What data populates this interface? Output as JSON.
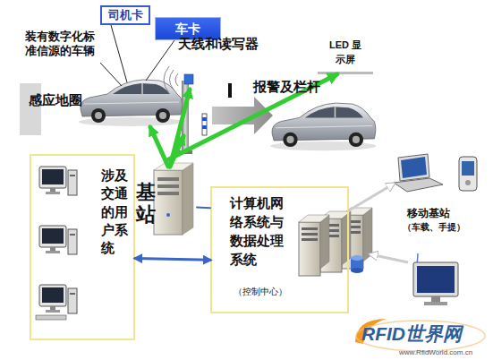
{
  "diagram": {
    "nodes": [
      {
        "text": [
          "司机卡"
        ]
      },
      {
        "text": [
          "车卡"
        ]
      },
      {
        "text": [
          "LED 显示屏"
        ]
      },
      {
        "text": [
          "感应地圈"
        ]
      },
      {
        "text": [
          "涉及交通的用户系统"
        ]
      },
      {
        "text": [
          "基站"
        ]
      },
      {
        "text": [
          "计算机网络系统与数据处理系统",
          "（控制中心）"
        ]
      },
      {
        "text": [
          "移动基站",
          "（车载、手提）"
        ]
      }
    ],
    "edges": [
      {
        "from": 5,
        "to": 2,
        "arrow": "to"
      },
      {
        "from": 4,
        "to": 6,
        "arrow": "both"
      },
      {
        "from": 5,
        "to": 6,
        "arrow": "none"
      },
      {
        "from": 6,
        "to": 7,
        "arrow": "to"
      }
    ],
    "labels": [
      "装有数字化标准信源的车辆",
      "天线和读写器",
      "报警及栏杆",
      "RFID世界网",
      "www.RfidWorld.com.cn"
    ]
  }
}
